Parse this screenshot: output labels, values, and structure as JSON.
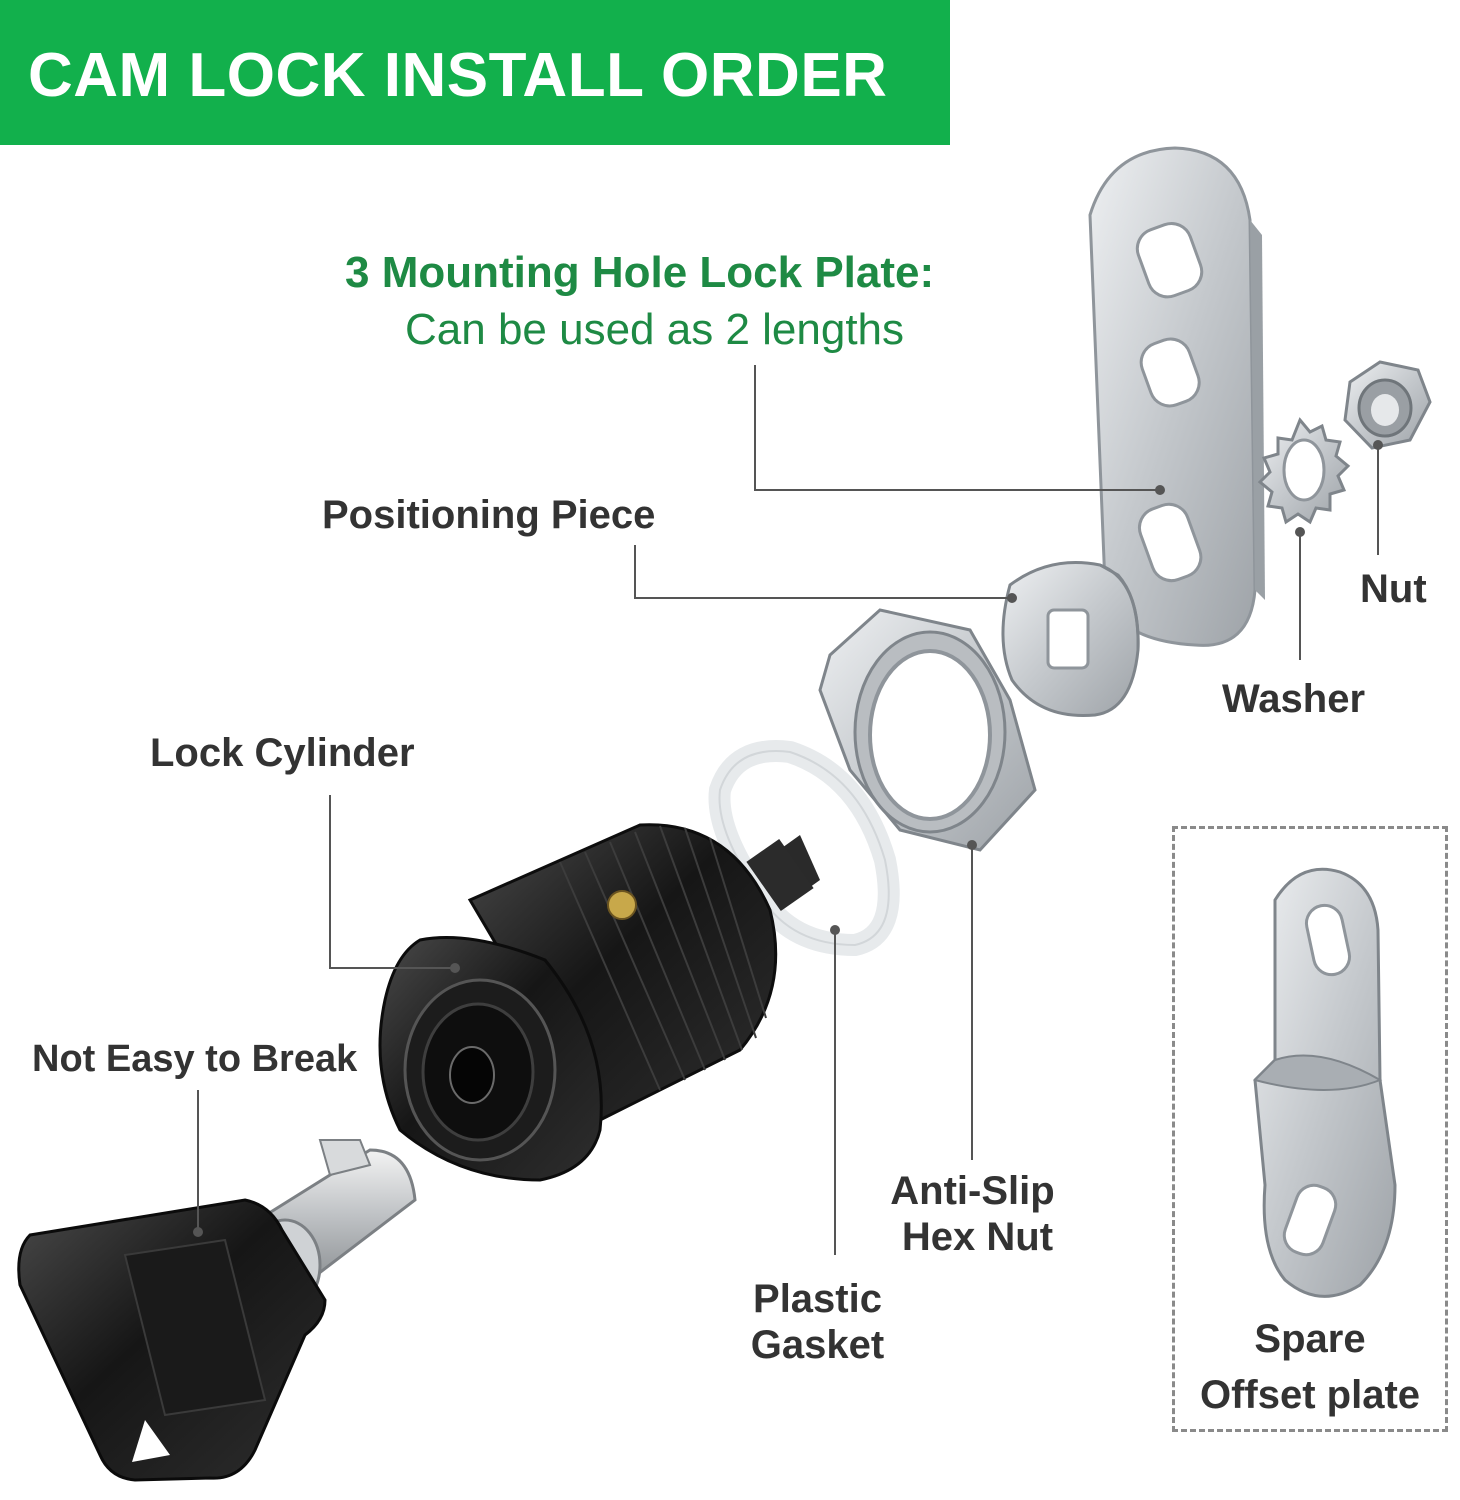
{
  "title": "CAM LOCK INSTALL ORDER",
  "colors": {
    "banner": "#12b04c",
    "heading_green": "#1e8a44",
    "label_text": "#333333",
    "leader_line": "#555555",
    "metal": "#c9ccd0",
    "cylinder": "#1a1a1a",
    "key": "#222222"
  },
  "labels": {
    "lock_plate_title": "3 Mounting Hole Lock Plate:",
    "lock_plate_sub": "Can be used as 2 lengths",
    "positioning_piece": "Positioning Piece",
    "nut": "Nut",
    "washer": "Washer",
    "lock_cylinder": "Lock Cylinder",
    "not_easy_to_break": "Not Easy to Break",
    "anti_slip_line1": "Anti-Slip",
    "anti_slip_line2": "Hex Nut",
    "plastic_line1": "Plastic",
    "plastic_line2": "Gasket",
    "spare_line1": "Spare",
    "spare_line2": "Offset plate"
  },
  "icons": {
    "lock_plate": "lock-plate-icon",
    "nut": "hex-nut-icon",
    "washer": "star-washer-icon",
    "positioning_piece": "positioning-piece-icon",
    "hex_nut": "anti-slip-hex-nut-icon",
    "gasket": "plastic-gasket-icon",
    "cylinder": "lock-cylinder-icon",
    "key": "key-icon",
    "offset_plate": "offset-plate-icon"
  }
}
